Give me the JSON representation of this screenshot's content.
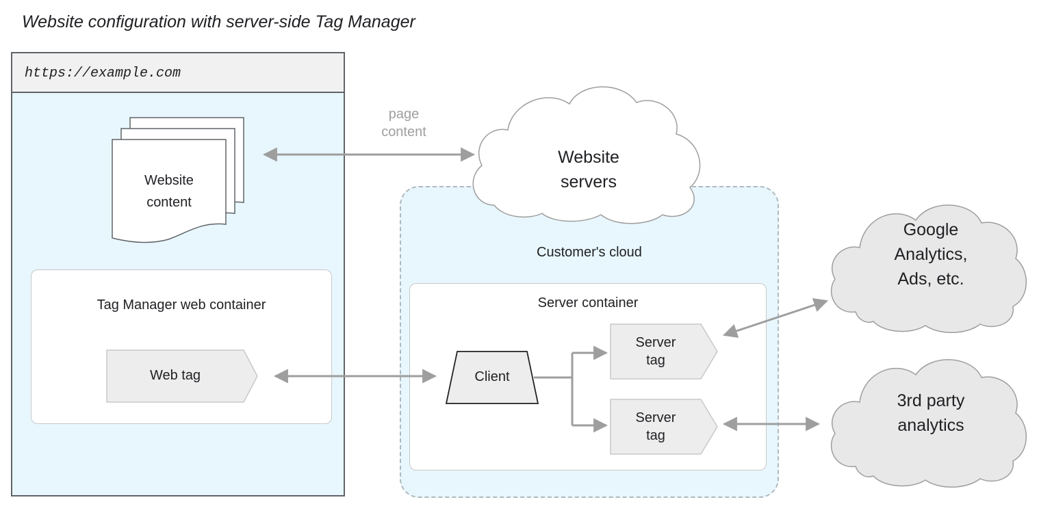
{
  "title": "Website configuration with server-side Tag Manager",
  "browser": {
    "url": "https://example.com"
  },
  "website_content": {
    "line1": "Website",
    "line2": "content"
  },
  "web_container": {
    "label": "Tag Manager web container",
    "web_tag": "Web tag"
  },
  "page_content_label": {
    "line1": "page",
    "line2": "content"
  },
  "website_servers": {
    "line1": "Website",
    "line2": "servers"
  },
  "customer_cloud": {
    "label": "Customer's cloud"
  },
  "server_container": {
    "label": "Server container",
    "client": "Client",
    "server_tag_1": {
      "line1": "Server",
      "line2": "tag"
    },
    "server_tag_2": {
      "line1": "Server",
      "line2": "tag"
    }
  },
  "google": {
    "line1": "Google",
    "line2": "Analytics,",
    "line3": "Ads, etc."
  },
  "third_party": {
    "line1": "3rd party",
    "line2": "analytics"
  },
  "colors": {
    "light_blue": "#e8f7fd",
    "cloud_fill_white": "#ffffff",
    "cloud_fill_gray": "#e8e8e8",
    "arrow": "#9e9e9e",
    "tag_fill": "#ededed"
  }
}
